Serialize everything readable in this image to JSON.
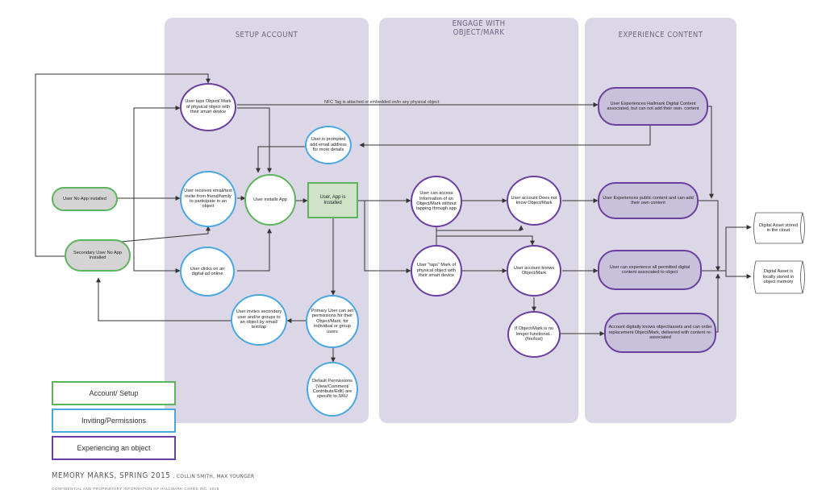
{
  "lanes": {
    "setup": "SETUP ACCOUNT",
    "engage_line1": "ENGAGE WITH",
    "engage_line2": "OBJECT/MARK",
    "experience": "EXPERIENCE CONTENT"
  },
  "nodes": {
    "user_no_app": "User No App installed",
    "secondary_user": "Secondary User No App Installed",
    "user_taps": "User taps Object/ Mark of physical object with their smart device",
    "user_prompted": "User is prompted add email address for more details",
    "user_receives": "User receives email/text invite from friend/family to participate in an object",
    "user_installs": "User installs App",
    "app_installed": "User, App is Installed",
    "user_clicks_ad": "User clicks on an digital ad online",
    "user_invites": "User invites secondary user and/or groups to an object by email/ text/tap",
    "primary_user": "Primary User can set permissions for their Object/Mark, for individual or group users",
    "default_permissions": "Default Permissions (View/Comment/ Contribute/Edit) are specific to SKU",
    "access_info": "User can access information of an Object/Mark without tapping through app",
    "taps_mark": "User \"taps\" Mark of physical object with their smart device",
    "does_not_know": "User account Does not know Object/Mark",
    "knows": "User account knows Object/Mark",
    "no_longer_functional": "If Object/Mark is no longer functional.. (fire/lost)",
    "hallmark_content": "User Experiences Hallmark Digital Content associated, but can not add their own. content",
    "public_content": "User Experiences public content and can add their own content",
    "permitted_content": "User can experience all permitted digital content associated to object",
    "order_replacement": "Account digitally knows object/assets and can order replacement Object/Mark, delivered with content re-associated",
    "cloud": "Digital Asset stored in the cloud",
    "local_memory": "Digital Asset is locally stored in object memory"
  },
  "edge_labels": {
    "nfc": "NFC Tag is attached or embedded on/in any physical object"
  },
  "legend": {
    "green": "Account/ Setup",
    "blue": "Inviting/Permissions",
    "purple": "Experiencing an object"
  },
  "footer": {
    "title": "MEMORY MARKS, SPRING 2015",
    "byline": ", COLLIN SMITH, MAX YOUNGER",
    "note": "CONFIDENTIAL AND PROPRIETARY INFORMATION OF HALLMARK CARDS INC. 2015"
  },
  "colors": {
    "green": "#5db45d",
    "blue": "#4aa7e0",
    "purple": "#6b3fa0",
    "lane": "#dcd7e6"
  }
}
